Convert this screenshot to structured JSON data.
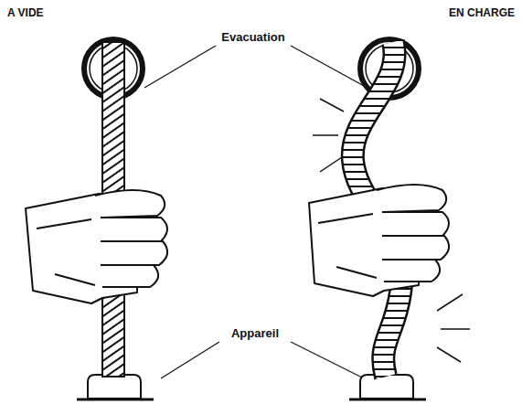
{
  "diagram": {
    "labels": [
      "A VIDE",
      "EN CHARGE",
      "Evacuation",
      "Appareil"
    ]
  }
}
